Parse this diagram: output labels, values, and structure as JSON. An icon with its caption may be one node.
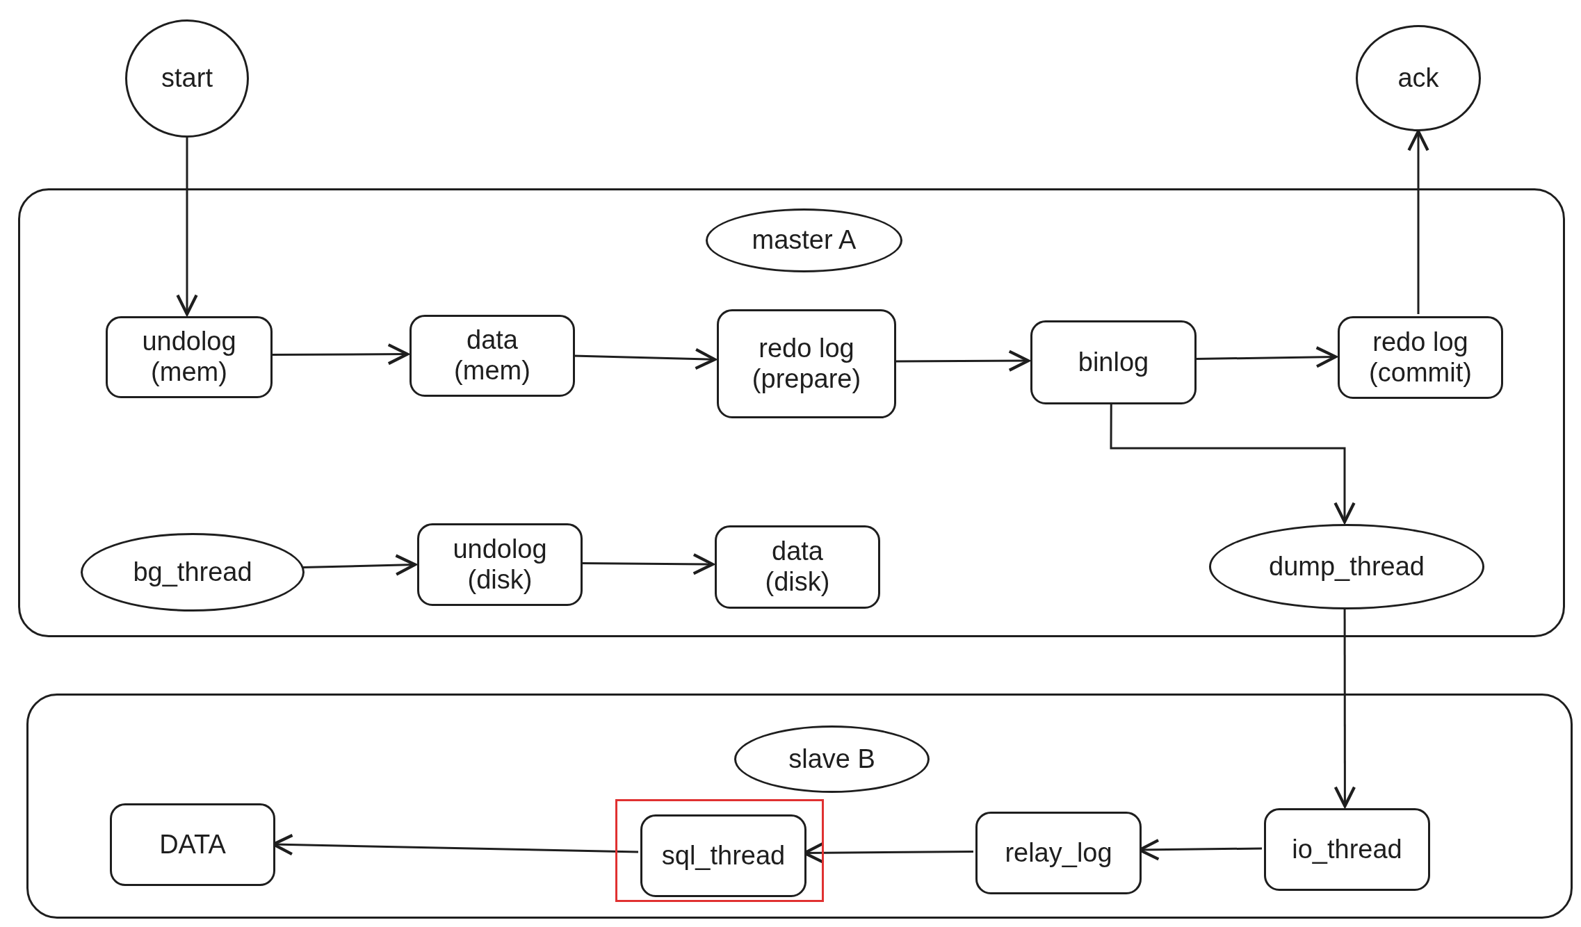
{
  "diagram": {
    "nodes": [
      {
        "text": [
          "start"
        ]
      },
      {
        "text": [],
        "shape": "box"
      },
      {
        "text": [
          "master A"
        ],
        "in": 1
      },
      {
        "text": [
          "undolog (mem)"
        ],
        "in": 1
      },
      {
        "text": [
          "data (mem)"
        ],
        "in": 1
      },
      {
        "text": [
          "redo log (prepare)"
        ],
        "in": 1
      },
      {
        "text": [
          "binlog"
        ],
        "in": 1
      },
      {
        "text": [
          "redo log (commit)"
        ],
        "in": 1
      },
      {
        "text": [
          "bg_thread"
        ],
        "in": 1
      },
      {
        "text": [
          "undolog (disk)"
        ],
        "in": 1
      },
      {
        "text": [
          "data (disk)"
        ],
        "in": 1
      },
      {
        "text": [
          "dump_thread"
        ],
        "in": 1
      },
      {
        "text": [
          "ack"
        ]
      },
      {
        "text": [],
        "shape": "box"
      },
      {
        "text": [
          "slave B"
        ],
        "in": 13
      },
      {
        "text": [
          "DATA"
        ],
        "in": 13
      },
      {
        "text": [
          "sql_thread"
        ],
        "in": 13
      },
      {
        "text": [
          "relay_log"
        ],
        "in": 13
      },
      {
        "text": [
          "io_thread"
        ],
        "in": 13
      }
    ],
    "edges": [
      {
        "from": 0,
        "to": 3,
        "arrow": "to"
      },
      {
        "from": 3,
        "to": 4,
        "arrow": "to"
      },
      {
        "from": 4,
        "to": 5,
        "arrow": "to"
      },
      {
        "from": 5,
        "to": 6,
        "arrow": "to"
      },
      {
        "from": 6,
        "to": 7,
        "arrow": "to"
      },
      {
        "from": 7,
        "to": 12,
        "arrow": "to"
      },
      {
        "from": 6,
        "to": 11,
        "arrow": "to"
      },
      {
        "from": 8,
        "to": 9,
        "arrow": "to"
      },
      {
        "from": 9,
        "to": 10,
        "arrow": "to"
      },
      {
        "from": 11,
        "to": 18,
        "arrow": "to"
      },
      {
        "from": 18,
        "to": 17,
        "arrow": "to"
      },
      {
        "from": 17,
        "to": 16,
        "arrow": "to"
      },
      {
        "from": 16,
        "to": 15,
        "arrow": "to"
      }
    ]
  }
}
